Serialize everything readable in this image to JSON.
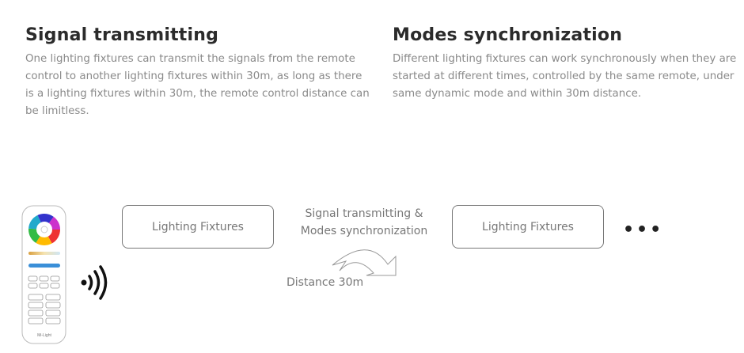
{
  "left": {
    "title": "Signal transmitting",
    "body": "One lighting fixtures can transmit the signals from the remote control to another lighting fixtures within 30m, as long as there is a lighting fixtures within 30m, the remote control distance can be limitless."
  },
  "right": {
    "title": "Modes synchronization",
    "body": "Different lighting fixtures can work synchronously when they are started at different times, controlled by the same remote, under same dynamic mode and within 30m distance."
  },
  "diagram": {
    "box1": "Lighting Fixtures",
    "box2": "Lighting Fixtures",
    "caption_line1": "Signal transmitting &",
    "caption_line2": "Modes synchronization",
    "distance": "Distance 30m",
    "more": "•••",
    "remote_brand": "Mi-Light"
  }
}
